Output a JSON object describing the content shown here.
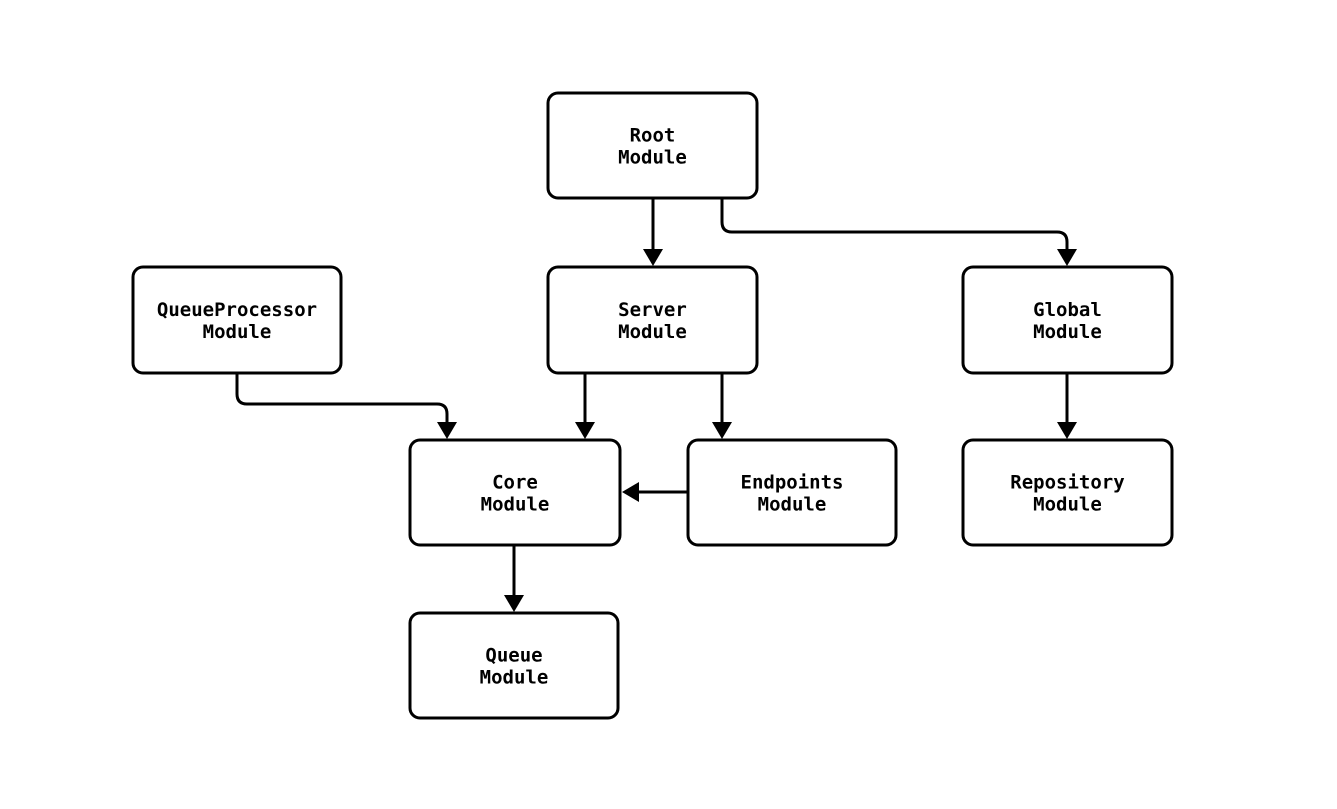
{
  "diagram": {
    "type": "module-dependency-flowchart",
    "background_color": "#ffffff",
    "stroke_color": "#000000",
    "text_color": "#000000",
    "nodes": {
      "root": {
        "line1": "Root",
        "line2": "Module",
        "label": "Root Module"
      },
      "queueprocessor": {
        "line1": "QueueProcessor",
        "line2": "Module",
        "label": "QueueProcessor Module"
      },
      "server": {
        "line1": "Server",
        "line2": "Module",
        "label": "Server Module"
      },
      "global": {
        "line1": "Global",
        "line2": "Module",
        "label": "Global Module"
      },
      "core": {
        "line1": "Core",
        "line2": "Module",
        "label": "Core Module"
      },
      "endpoints": {
        "line1": "Endpoints",
        "line2": "Module",
        "label": "Endpoints Module"
      },
      "repository": {
        "line1": "Repository",
        "line2": "Module",
        "label": "Repository Module"
      },
      "queue": {
        "line1": "Queue",
        "line2": "Module",
        "label": "Queue Module"
      }
    },
    "edges": [
      {
        "from": "Root Module",
        "to": "Server Module"
      },
      {
        "from": "Root Module",
        "to": "Global Module"
      },
      {
        "from": "QueueProcessor Module",
        "to": "Core Module"
      },
      {
        "from": "Server Module",
        "to": "Core Module"
      },
      {
        "from": "Server Module",
        "to": "Endpoints Module"
      },
      {
        "from": "Endpoints Module",
        "to": "Core Module"
      },
      {
        "from": "Global Module",
        "to": "Repository Module"
      },
      {
        "from": "Core Module",
        "to": "Queue Module"
      }
    ]
  }
}
